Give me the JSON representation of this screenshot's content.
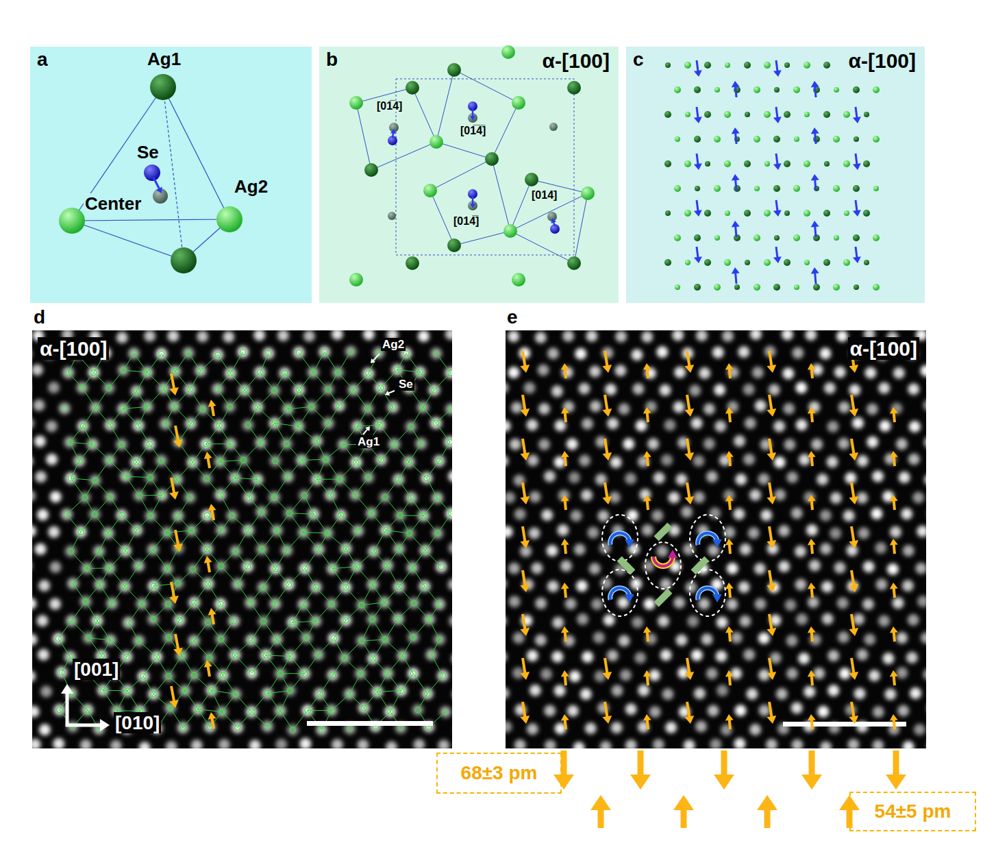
{
  "diagram": {
    "nodes": [
      {
        "text": [
          "a"
        ]
      },
      {
        "text": [
          "b",
          "α-[100]"
        ]
      },
      {
        "text": [
          "c",
          "α-[100]"
        ]
      },
      {
        "text": [
          "d",
          "α-[100]"
        ]
      },
      {
        "text": [
          "e",
          "α-[100]"
        ]
      },
      {
        "text": [
          "68±3 pm"
        ]
      },
      {
        "text": [
          "54±5 pm"
        ]
      }
    ],
    "labels": [
      "Ag1",
      "Se",
      "Center",
      "Ag2",
      "[01̅4]",
      "[01̅4̅]",
      "[014̅]",
      "[014]",
      "Ag2",
      "Se",
      "Ag1",
      "[001]",
      "[010]"
    ]
  }
}
